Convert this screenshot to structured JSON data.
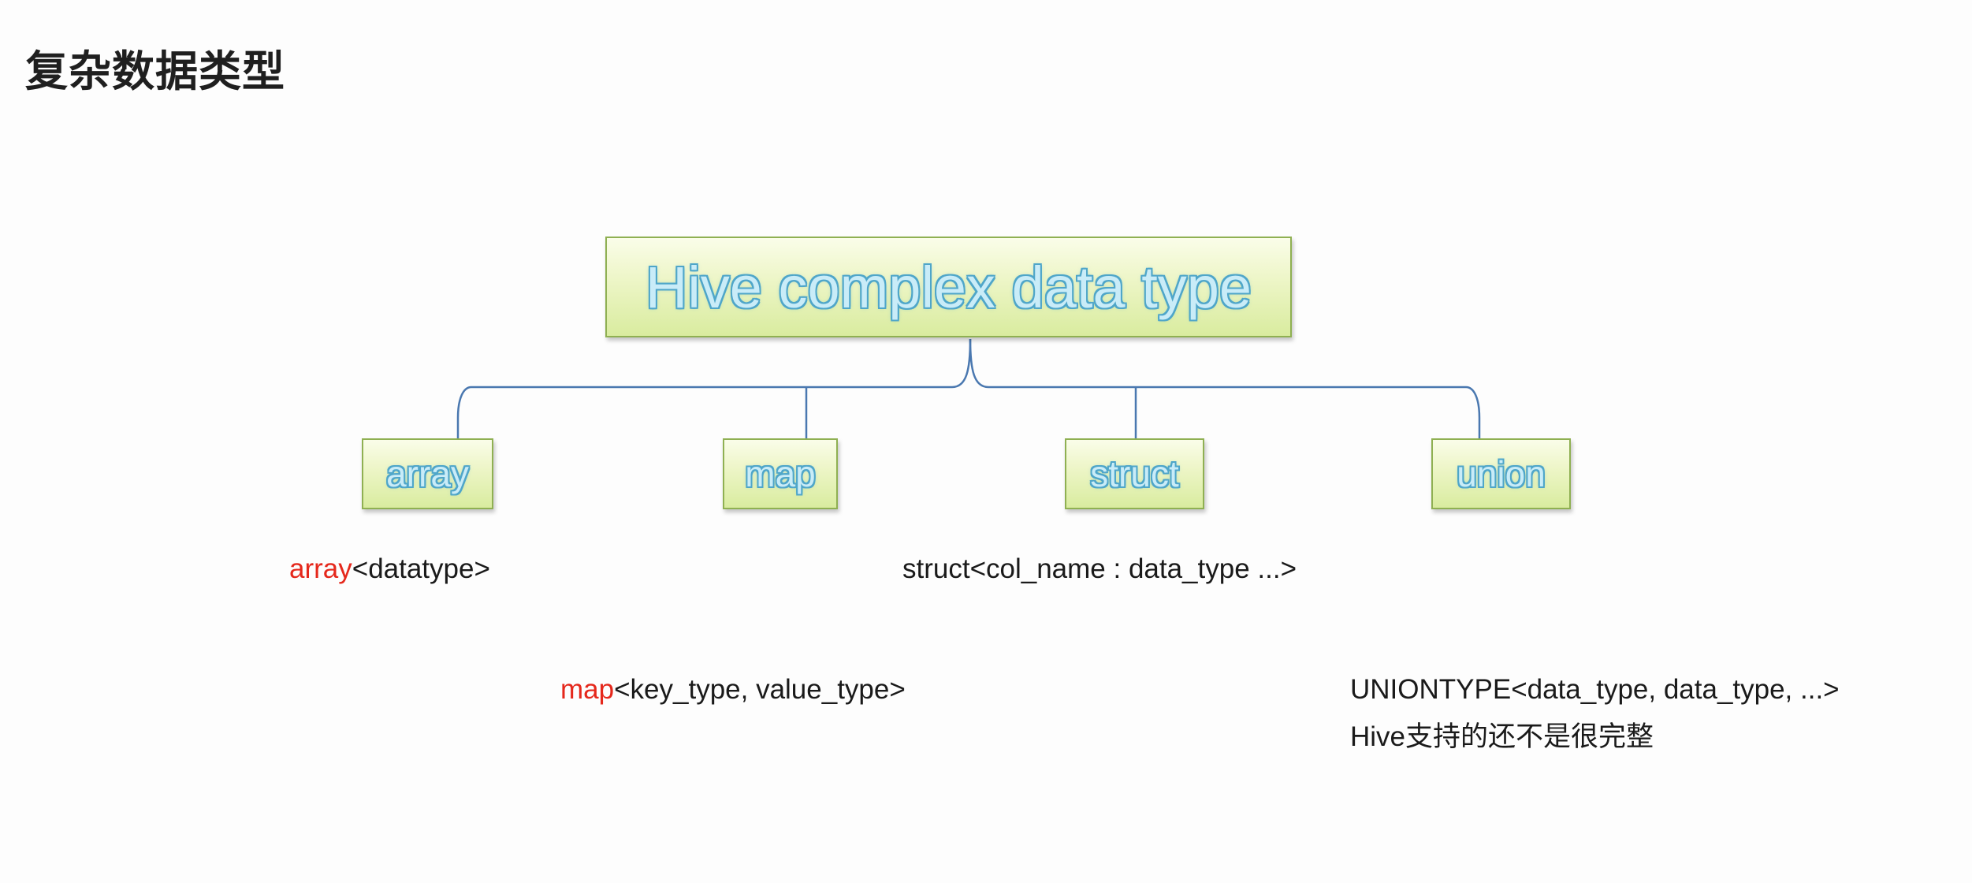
{
  "title": "复杂数据类型",
  "diagram": {
    "root": {
      "label": "Hive complex data type"
    },
    "children": [
      {
        "id": "array",
        "label": "array"
      },
      {
        "id": "map",
        "label": "map"
      },
      {
        "id": "struct",
        "label": "struct"
      },
      {
        "id": "union",
        "label": "union"
      }
    ]
  },
  "syntax": {
    "array": {
      "keyword": "array",
      "rest": "<datatype>"
    },
    "map": {
      "keyword": "map",
      "rest": "<key_type, value_type>"
    },
    "struct": {
      "text": "struct<col_name : data_type ...>"
    },
    "union": {
      "text": "UNIONTYPE<data_type, data_type, ...>",
      "note": "Hive支持的还不是很完整"
    }
  },
  "colors": {
    "keyword": "#e5281c",
    "connector": "#4a78b0",
    "box_border": "#8fb052",
    "box_fill": "#eef6c9",
    "box_text_outline": "#4fa6c9"
  }
}
